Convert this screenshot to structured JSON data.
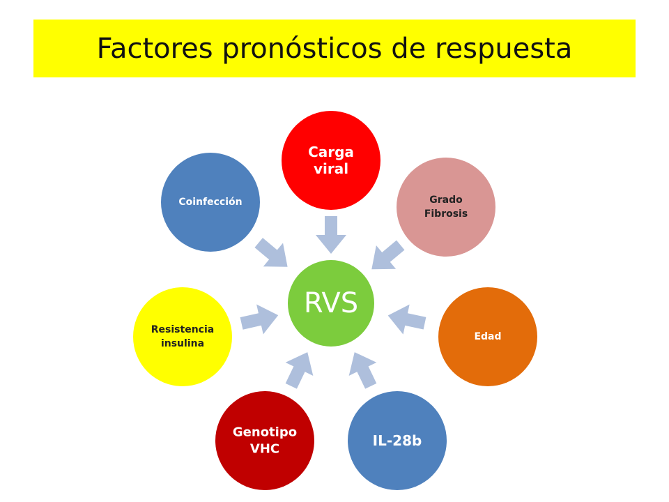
{
  "title": {
    "text": "Factores pronósticos de respuesta",
    "bg_color": "#ffff00"
  },
  "diagram": {
    "hub": {
      "label": "RVS",
      "color": "#7ccc3d",
      "text_color": "#ffffff"
    },
    "arrow_color": "#aebfdc",
    "nodes": [
      {
        "id": "carga-viral",
        "lines": [
          "Carga",
          "viral"
        ],
        "color": "#ff0000",
        "text_color": "#ffffff"
      },
      {
        "id": "grado-fibrosis",
        "lines": [
          "Grado",
          "Fibrosis"
        ],
        "color": "#d99694",
        "text_color": "#222222"
      },
      {
        "id": "edad",
        "lines": [
          "Edad"
        ],
        "color": "#e36c0a",
        "text_color": "#ffffff"
      },
      {
        "id": "il-28b",
        "lines": [
          "IL-28b"
        ],
        "color": "#4f81bd",
        "text_color": "#ffffff"
      },
      {
        "id": "genotipo-vhc",
        "lines": [
          "Genotipo",
          "VHC"
        ],
        "color": "#c00000",
        "text_color": "#ffffff"
      },
      {
        "id": "resistencia-insulina",
        "lines": [
          "Resistencia",
          "insulina"
        ],
        "color": "#ffff00",
        "text_color": "#222222"
      },
      {
        "id": "coinfeccion",
        "lines": [
          "Coinfección"
        ],
        "color": "#4f81bd",
        "text_color": "#ffffff"
      }
    ]
  }
}
